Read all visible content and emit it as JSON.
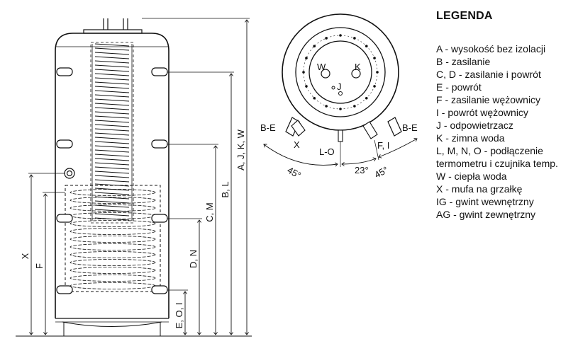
{
  "legend": {
    "title": "LEGENDA",
    "items": [
      "A - wysokość bez izolacji",
      "B - zasilanie",
      "C, D - zasilanie i powrót",
      "E - powrót",
      "F - zasilanie wężownicy",
      "I - powrót wężownicy",
      "J - odpowietrzacz",
      "K - zimna woda",
      "L, M, N, O - podłączenie",
      "termometru i czujnika temp.",
      "W - ciepła woda",
      "X - mufa na grzałkę",
      "IG - gwint wewnętrzny",
      "AG - gwint zewnętrzny"
    ]
  },
  "side_view": {
    "dim_labels": {
      "akw": "A, J, K, W",
      "bl": "B, L",
      "cm": "C, M",
      "dn": "D, N",
      "eoi": "E, O, I",
      "x": "X",
      "f": "F"
    }
  },
  "top_view": {
    "labels": {
      "w": "W",
      "k": "K",
      "j": "J",
      "be_left": "B-E",
      "be_right": "B-E",
      "x": "X",
      "lo": "L-O",
      "fi": "F, I"
    },
    "angles": {
      "left": "45°",
      "mid": "23°",
      "right": "45°"
    }
  }
}
